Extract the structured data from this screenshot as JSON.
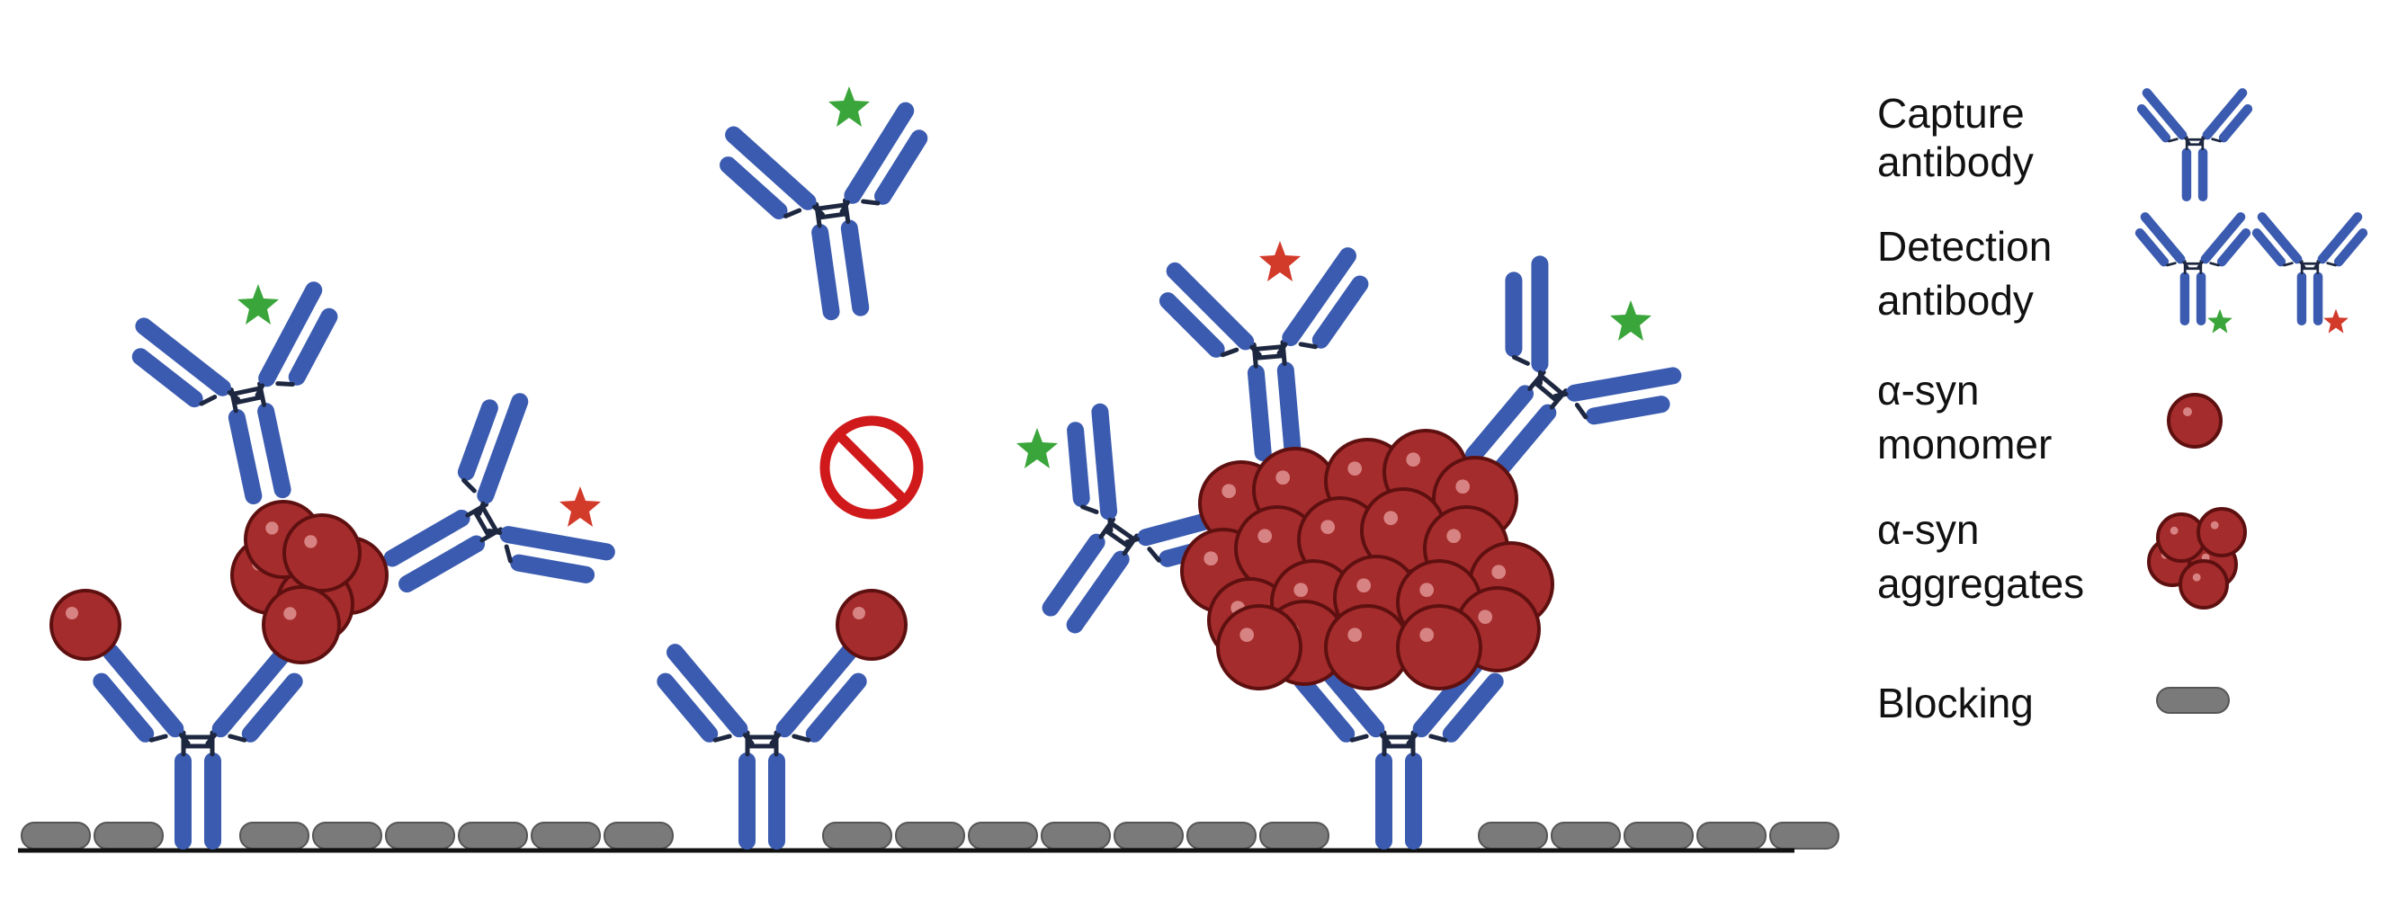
{
  "legend": {
    "capture": {
      "line1": "Capture",
      "line2": "antibody"
    },
    "detection": {
      "line1": "Detection",
      "line2": "antibody"
    },
    "monomer": {
      "line1": "α-syn",
      "line2": "monomer"
    },
    "aggregates": {
      "line1": "α-syn",
      "line2": "aggregates"
    },
    "blocking": {
      "line1": "Blocking"
    }
  },
  "colors": {
    "antibody": "#3a5bb0",
    "hinge": "#1d2740",
    "asyn": "#a52c2c",
    "blocking": "#7a7a7a",
    "green_label": "#3aa53a",
    "red_label": "#d23a2a",
    "prohibition": "#d0191b"
  }
}
